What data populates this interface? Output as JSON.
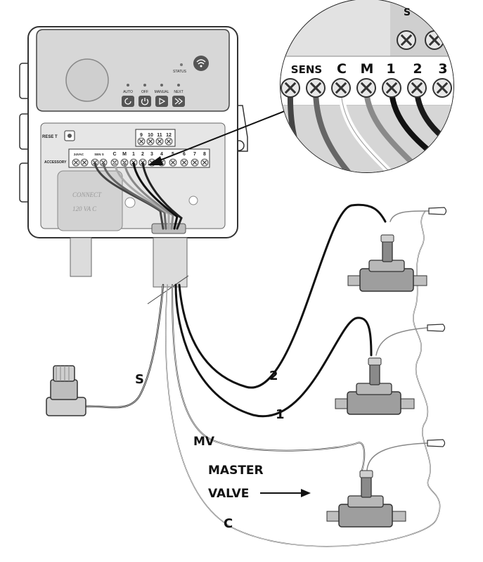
{
  "controller": {
    "status_label": "STATUS",
    "buttons": [
      {
        "label": "AUTO",
        "icon": "refresh-icon"
      },
      {
        "label": "OFF",
        "icon": "power-icon"
      },
      {
        "label": "MANUAL",
        "icon": "play-icon"
      },
      {
        "label": "NEXT",
        "icon": "fast-forward-icon"
      }
    ],
    "reset_label": "RESE  T",
    "accessory_label": "ACCESSORY",
    "connect_label": "CONNECT",
    "voltage_label": "120 VA C",
    "upper_terminals": [
      "9",
      "10",
      "11",
      "12"
    ],
    "lower_terminals": [
      "24VAC",
      "SEN S",
      "C",
      "M",
      "1",
      "2",
      "3",
      "4",
      "5",
      "6",
      "7",
      "8"
    ]
  },
  "zoom": {
    "labels": [
      "SENS",
      "C",
      "M",
      "1",
      "2",
      "3"
    ],
    "top_partial": "S"
  },
  "wire_labels": {
    "sensor": "S",
    "zone2": "2",
    "zone1": "1",
    "master": "MV",
    "common": "C"
  },
  "callout": {
    "line1": "MASTER",
    "line2": "VALVE"
  }
}
